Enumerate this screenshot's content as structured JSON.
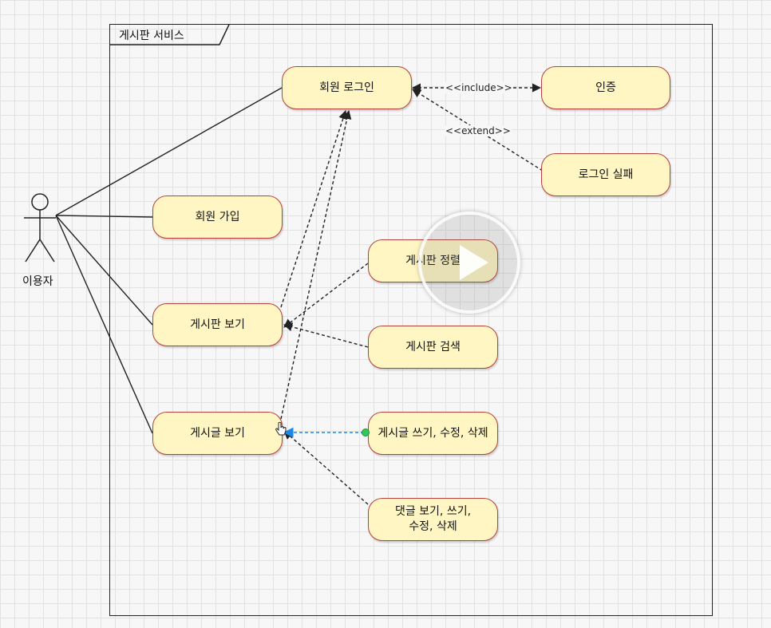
{
  "diagram": {
    "frame_title": "게시판 서비스",
    "actor": {
      "label": "이용자"
    },
    "use_cases": [
      {
        "id": "member-login",
        "label": "회원 로그인"
      },
      {
        "id": "auth",
        "label": "인증"
      },
      {
        "id": "login-fail",
        "label": "로그인 실패"
      },
      {
        "id": "member-signup",
        "label": "회원 가입"
      },
      {
        "id": "board-sort",
        "label": "게시판 정렬"
      },
      {
        "id": "board-view",
        "label": "게시판 보기"
      },
      {
        "id": "board-search",
        "label": "게시판 검색"
      },
      {
        "id": "post-view",
        "label": "게시글 보기"
      },
      {
        "id": "post-write",
        "label": "게시글 쓰기, 수정, 삭제"
      },
      {
        "id": "comment",
        "label": "댓글 보기, 쓰기,\n수정, 삭제"
      }
    ],
    "relations": [
      {
        "from": "actor",
        "to": "member-login",
        "kind": "association"
      },
      {
        "from": "actor",
        "to": "member-signup",
        "kind": "association"
      },
      {
        "from": "actor",
        "to": "board-view",
        "kind": "association"
      },
      {
        "from": "actor",
        "to": "post-view",
        "kind": "association"
      },
      {
        "from": "member-login",
        "to": "auth",
        "kind": "include",
        "label": "<<include>>"
      },
      {
        "from": "login-fail",
        "to": "member-login",
        "kind": "extend",
        "label": "<<extend>>"
      },
      {
        "from": "board-view",
        "to": "member-login",
        "kind": "dependency"
      },
      {
        "from": "post-view",
        "to": "member-login",
        "kind": "dependency"
      },
      {
        "from": "board-sort",
        "to": "board-view",
        "kind": "dependency"
      },
      {
        "from": "board-search",
        "to": "board-view",
        "kind": "dependency"
      },
      {
        "from": "post-write",
        "to": "post-view",
        "kind": "dependency"
      },
      {
        "from": "comment",
        "to": "post-view",
        "kind": "dependency"
      }
    ]
  },
  "colors": {
    "usecase_fill": "#fff6c4",
    "usecase_border": "#b7403a",
    "line": "#222222",
    "selected_edge": "#1e88e5",
    "connector_dot": "#34c759"
  },
  "overlay": {
    "icon": "play-icon"
  }
}
